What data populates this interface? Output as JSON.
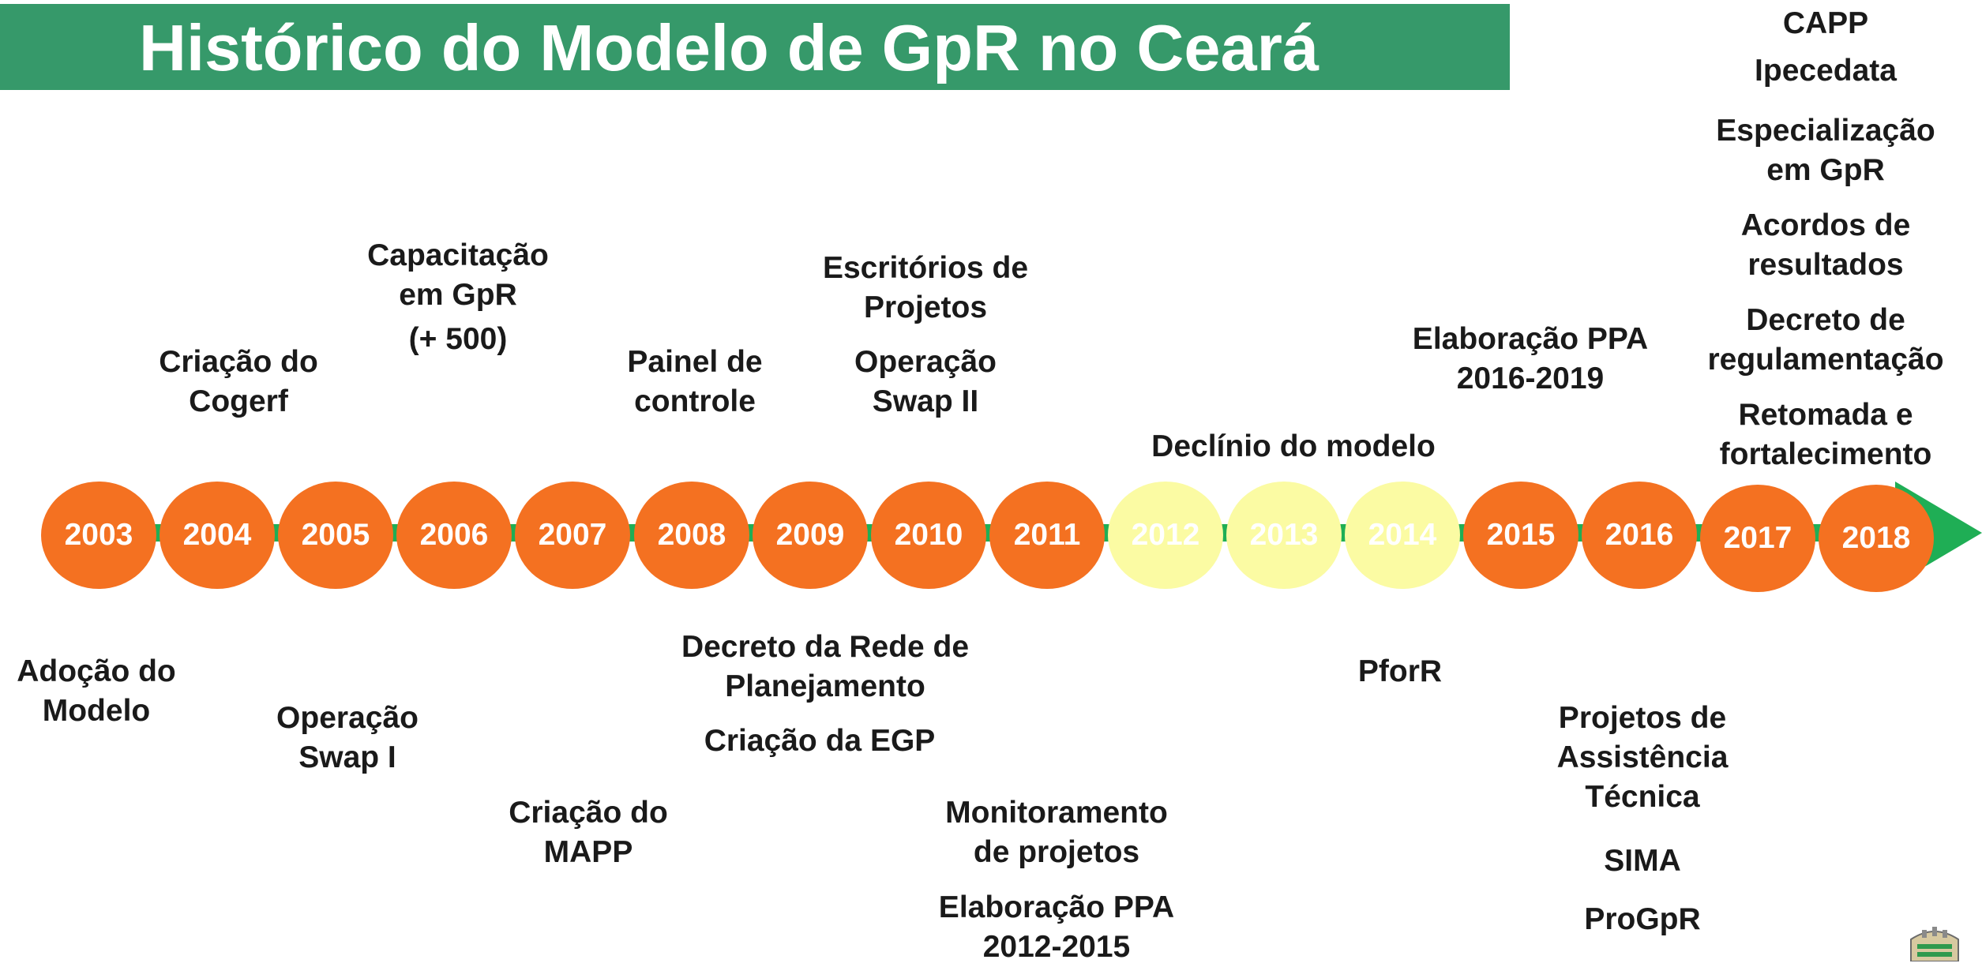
{
  "title": "Histórico do Modelo de GpR no Ceará",
  "colors": {
    "title_bg": "#36996a",
    "axis": "#1fae55",
    "active_year": "#f47121",
    "faded_year": "#fbfba3"
  },
  "years": [
    {
      "label": "2003",
      "state": "active"
    },
    {
      "label": "2004",
      "state": "active"
    },
    {
      "label": "2005",
      "state": "active"
    },
    {
      "label": "2006",
      "state": "active"
    },
    {
      "label": "2007",
      "state": "active"
    },
    {
      "label": "2008",
      "state": "active"
    },
    {
      "label": "2009",
      "state": "active"
    },
    {
      "label": "2010",
      "state": "active"
    },
    {
      "label": "2011",
      "state": "active"
    },
    {
      "label": "2012",
      "state": "faded"
    },
    {
      "label": "2013",
      "state": "faded"
    },
    {
      "label": "2014",
      "state": "faded"
    },
    {
      "label": "2015",
      "state": "active"
    },
    {
      "label": "2016",
      "state": "active"
    },
    {
      "label": "2017",
      "state": "active"
    },
    {
      "label": "2018",
      "state": "active"
    }
  ],
  "above": {
    "criacao_cogerf": [
      "Criação do",
      "Cogerf"
    ],
    "capacitacao": [
      "Capacitação",
      "em GpR"
    ],
    "capacitacao_count": "(+ 500)",
    "painel": [
      "Painel de",
      "controle"
    ],
    "escritorios": [
      "Escritórios de",
      "Projetos"
    ],
    "swap2": [
      "Operação",
      "Swap II"
    ],
    "declinio": "Declínio do modelo",
    "ppa_2016": [
      "Elaboração PPA",
      "2016-2019"
    ],
    "capp": "CAPP",
    "ipecedata": "Ipecedata",
    "especializacao": [
      "Especialização",
      "em GpR"
    ],
    "acordos": [
      "Acordos de",
      "resultados"
    ],
    "decreto_reg": [
      "Decreto de",
      "regulamentação"
    ],
    "retomada": [
      "Retomada e",
      "fortalecimento"
    ]
  },
  "below": {
    "adocao": [
      "Adoção do",
      "Modelo"
    ],
    "swap1": [
      "Operação",
      "Swap I"
    ],
    "mapp": [
      "Criação do",
      "MAPP"
    ],
    "decreto_rede": [
      "Decreto da Rede de",
      "Planejamento"
    ],
    "egp": "Criação da EGP",
    "monitoramento": [
      "Monitoramento",
      "de projetos"
    ],
    "ppa_2012": [
      "Elaboração PPA",
      "2012-2015"
    ],
    "pforr": "PforR",
    "projetos_assist": [
      "Projetos de",
      "Assistência",
      "Técnica"
    ],
    "sima": "SIMA",
    "progpr": "ProGpR"
  },
  "logo_icon": "state-coat-of-arms-icon"
}
